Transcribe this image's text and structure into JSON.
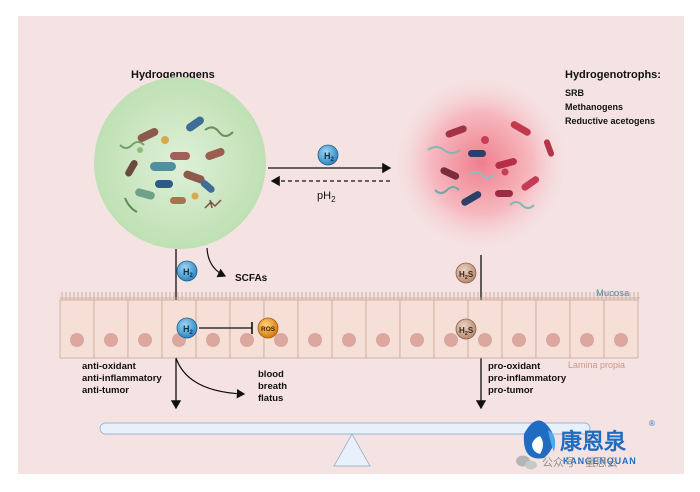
{
  "left_group": {
    "title": "Hydrogenogens"
  },
  "right_group": {
    "title": "Hydrogenotrophs:",
    "items": [
      "SRB",
      "Methanogens",
      "Reductive acetogens"
    ]
  },
  "exchange": {
    "h2_label": "H",
    "h2_sub": "2",
    "ph_label": "pH",
    "ph_sub": "2"
  },
  "left_effects": {
    "h2_label": "H",
    "h2_sub": "2",
    "scfa_label": "SCFAs",
    "ros_label": "ROS",
    "effects": [
      "anti-oxidant",
      "anti-inflammatory",
      "anti-tumor"
    ],
    "excretion": [
      "blood",
      "breath",
      "flatus"
    ]
  },
  "right_effects": {
    "h2s_label": "H",
    "h2s_sub": "2",
    "h2s_tail": "S",
    "effects": [
      "pro-oxidant",
      "pro-inflammatory",
      "pro-tumor"
    ]
  },
  "tissue": {
    "mucosa_label": "Mucosa",
    "lamina_label": "Lamina propia"
  },
  "watermark": {
    "brand_cn": "康恩泉",
    "brand_en": "KANGENQUAN",
    "registered": "®",
    "caption": "公众号 · 氢思云"
  },
  "colors": {
    "panel_bg": "#f5e3e3",
    "left_circle": "#cfe7c8",
    "right_glow": "#ef8a96",
    "cell_fill": "#f5dfd6",
    "cell_stroke": "#c9a79c",
    "nucleus": "#dba79f",
    "h2_badge": "#4aa6d8",
    "h2s_badge": "#cfa48c",
    "ros_badge": "#e39a1f",
    "lever": "#e7f0fb",
    "brand": "#1f6dc2"
  }
}
